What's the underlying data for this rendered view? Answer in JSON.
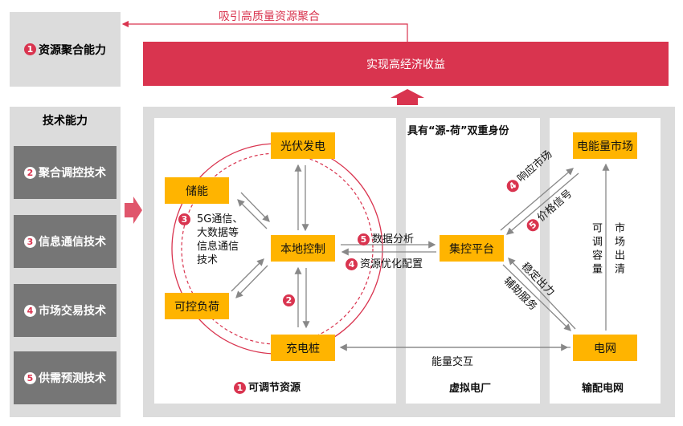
{
  "top": {
    "feedback_label": "吸引高质量资源聚合",
    "banner": "实现高经济收益",
    "capability": {
      "num": "1",
      "label": "资源聚合能力"
    }
  },
  "tech": {
    "title": "技术能力",
    "items": [
      {
        "num": "2",
        "label": "聚合调控技术"
      },
      {
        "num": "3",
        "label": "信息通信技术"
      },
      {
        "num": "4",
        "label": "市场交易技术"
      },
      {
        "num": "5",
        "label": "供需预测技术"
      }
    ]
  },
  "panels": {
    "resources": {
      "num": "1",
      "label": "可调节资源"
    },
    "vpp": {
      "label": "虚拟电厂",
      "header": "具有“源-荷”双重身份"
    },
    "grid": {
      "label": "输配电网"
    }
  },
  "nodes": {
    "pv": "光伏发电",
    "storage": "储能",
    "local": "本地控制",
    "load": "可控负荷",
    "charger": "充电桩",
    "central": "集控平台",
    "market": "电能量市场",
    "grid": "电网"
  },
  "edges": {
    "comm": {
      "num": "3",
      "lines": [
        "5G通信、",
        "大数据等",
        "信息通信",
        "技术"
      ]
    },
    "control_num": "2",
    "data_analysis": {
      "num": "5",
      "label": "数据分析"
    },
    "optimize": {
      "num": "4",
      "label": "资源优化配置"
    },
    "respond": {
      "num": "4",
      "label": "响应市场"
    },
    "price": {
      "num": "5",
      "label": "价格信号"
    },
    "stable": "稳定出力",
    "ancillary": "辅助服务",
    "adjustable": "可调容量",
    "clearing": "市场出清",
    "energy": "能量交互"
  },
  "colors": {
    "red": "#d9344f",
    "orange": "#ffb400",
    "gray": "#dcdcdc",
    "dark": "#767676"
  }
}
